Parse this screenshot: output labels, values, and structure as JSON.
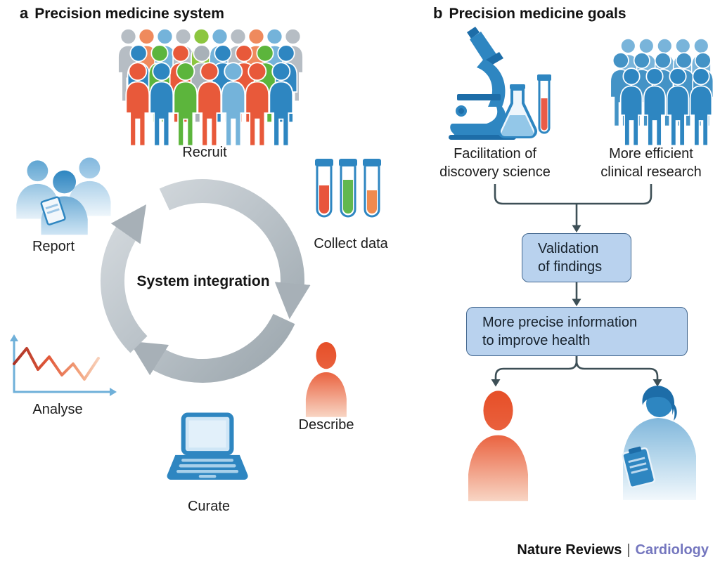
{
  "colors": {
    "orange": "#e8593a",
    "blue": "#2e86c1",
    "green": "#5cb53c",
    "gray": "#a8b1b8",
    "ring_gray": "#b6bfc6",
    "box_fill": "#b9d2ee",
    "box_border": "#44688f",
    "connector": "#3d4f56",
    "brand_purple": "#7577bf"
  },
  "panel_a": {
    "label": "a",
    "title": "Precision medicine system",
    "center_label": "System integration",
    "steps": [
      {
        "id": "recruit",
        "label": "Recruit",
        "icon": "crowd-icon"
      },
      {
        "id": "collect",
        "label": "Collect data",
        "icon": "test-tubes-icon"
      },
      {
        "id": "describe",
        "label": "Describe",
        "icon": "patient-silhouette-icon"
      },
      {
        "id": "curate",
        "label": "Curate",
        "icon": "laptop-icon"
      },
      {
        "id": "analyse",
        "label": "Analyse",
        "icon": "line-chart-icon"
      },
      {
        "id": "report",
        "label": "Report",
        "icon": "clinicians-icon"
      }
    ]
  },
  "panel_b": {
    "label": "b",
    "title": "Precision medicine goals",
    "sources": [
      {
        "id": "discovery",
        "icon": "microscope-icon",
        "line1": "Facilitation of",
        "line2": "discovery science"
      },
      {
        "id": "clinical",
        "icon": "people-group-icon",
        "line1": "More efficient",
        "line2": "clinical research"
      }
    ],
    "boxes": [
      {
        "id": "validation",
        "line1": "Validation",
        "line2": "of findings"
      },
      {
        "id": "precise-info",
        "line1": "More precise information",
        "line2": "to improve health"
      }
    ],
    "outcomes": [
      {
        "id": "patient",
        "icon": "patient-silhouette-icon"
      },
      {
        "id": "clinician",
        "icon": "doctor-silhouette-icon"
      }
    ]
  },
  "footer": {
    "journal": "Nature Reviews",
    "separator": "|",
    "section": "Cardiology"
  }
}
